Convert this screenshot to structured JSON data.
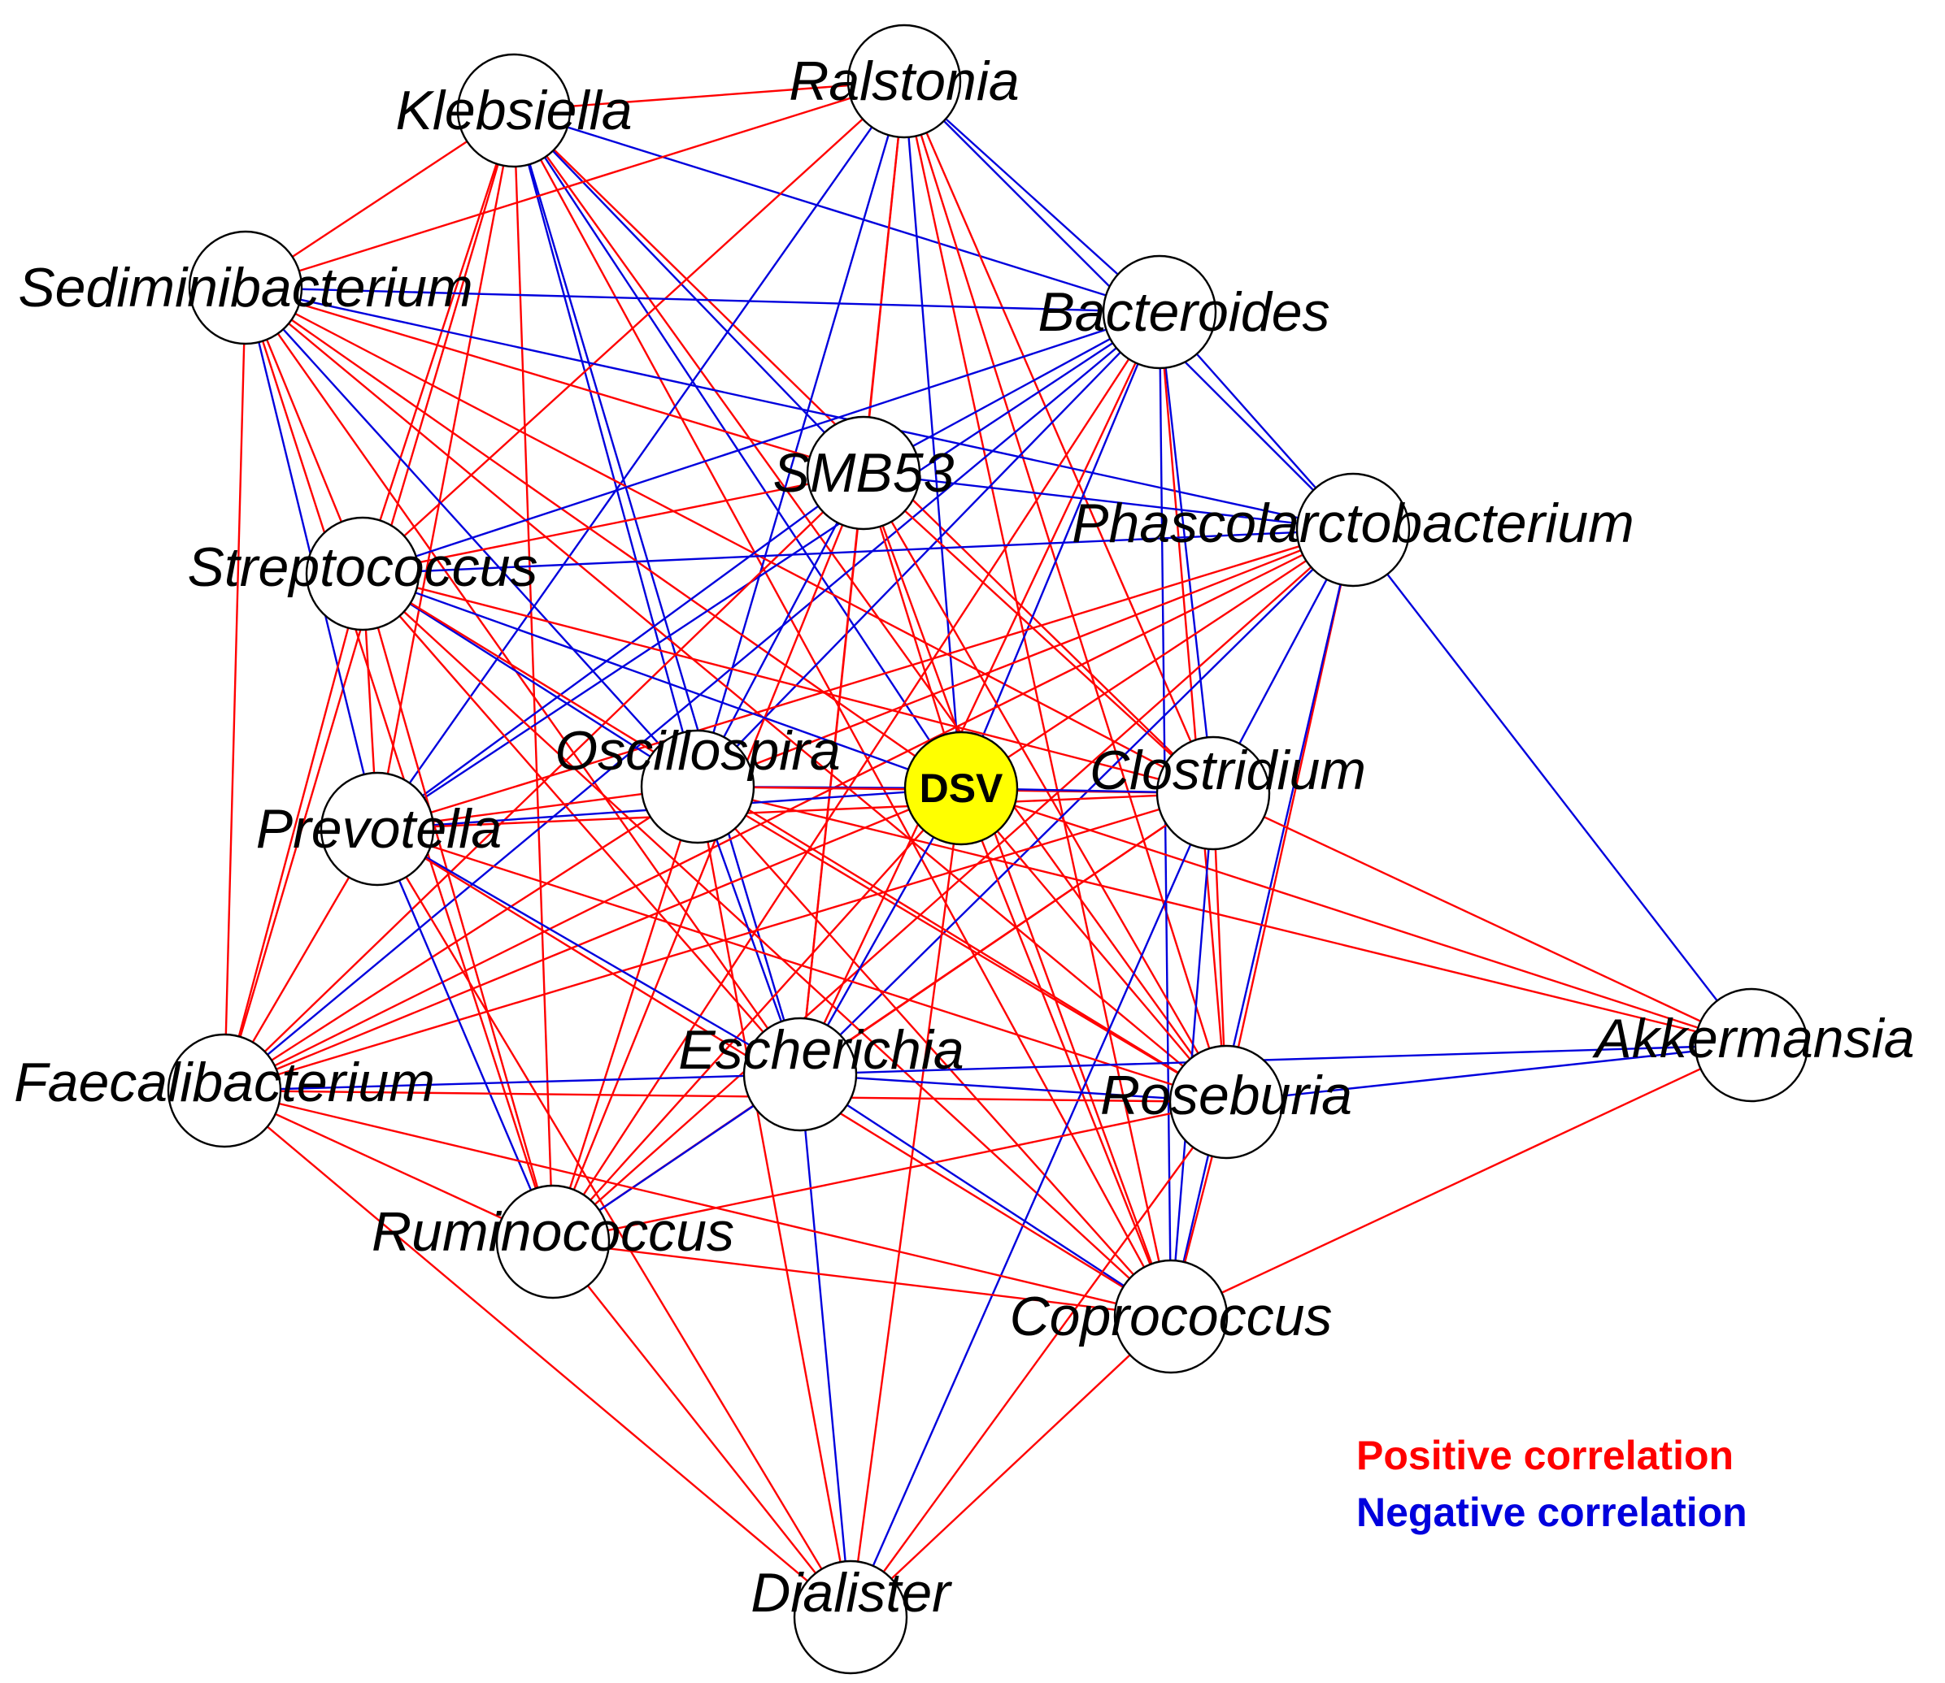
{
  "colors": {
    "positive": "#ff0000",
    "negative": "#0000dd",
    "node_fill": "#ffffff",
    "hub_fill": "#ffff00",
    "node_stroke": "#000000"
  },
  "nodes": [
    {
      "id": "klebsiella",
      "label": "Klebsiella"
    },
    {
      "id": "ralstonia",
      "label": "Ralstonia"
    },
    {
      "id": "sediminibacterium",
      "label": "Sediminibacterium"
    },
    {
      "id": "bacteroides",
      "label": "Bacteroides"
    },
    {
      "id": "smb53",
      "label": "SMB53"
    },
    {
      "id": "phascolarctobacterium",
      "label": "Phascolarctobacterium"
    },
    {
      "id": "streptococcus",
      "label": "Streptococcus"
    },
    {
      "id": "oscillospira",
      "label": "Oscillospira"
    },
    {
      "id": "dsv",
      "label": "DSV",
      "hub": true
    },
    {
      "id": "clostridium",
      "label": "Clostridium"
    },
    {
      "id": "prevotella",
      "label": "Prevotella"
    },
    {
      "id": "akkermansia",
      "label": "Akkermansia"
    },
    {
      "id": "escherichia",
      "label": "Escherichia"
    },
    {
      "id": "faecalibacterium",
      "label": "Faecalibacterium"
    },
    {
      "id": "roseburia",
      "label": "Roseburia"
    },
    {
      "id": "ruminococcus",
      "label": "Ruminococcus"
    },
    {
      "id": "coprococcus",
      "label": "Coprococcus"
    },
    {
      "id": "dialister",
      "label": "Dialister"
    }
  ],
  "edges": [
    [
      "klebsiella",
      "ralstonia",
      "positive"
    ],
    [
      "klebsiella",
      "sediminibacterium",
      "positive"
    ],
    [
      "klebsiella",
      "bacteroides",
      "negative"
    ],
    [
      "klebsiella",
      "streptococcus",
      "positive"
    ],
    [
      "klebsiella",
      "prevotella",
      "positive"
    ],
    [
      "klebsiella",
      "faecalibacterium",
      "positive"
    ],
    [
      "klebsiella",
      "oscillospira",
      "negative"
    ],
    [
      "klebsiella",
      "dsv",
      "negative"
    ],
    [
      "klebsiella",
      "escherichia",
      "negative"
    ],
    [
      "klebsiella",
      "clostridium",
      "positive"
    ],
    [
      "klebsiella",
      "roseburia",
      "positive"
    ],
    [
      "klebsiella",
      "coprococcus",
      "positive"
    ],
    [
      "klebsiella",
      "ruminococcus",
      "positive"
    ],
    [
      "klebsiella",
      "smb53",
      "negative"
    ],
    [
      "ralstonia",
      "sediminibacterium",
      "positive"
    ],
    [
      "ralstonia",
      "bacteroides",
      "negative"
    ],
    [
      "ralstonia",
      "streptococcus",
      "positive"
    ],
    [
      "ralstonia",
      "prevotella",
      "negative"
    ],
    [
      "ralstonia",
      "oscillospira",
      "negative"
    ],
    [
      "ralstonia",
      "dsv",
      "negative"
    ],
    [
      "ralstonia",
      "smb53",
      "positive"
    ],
    [
      "ralstonia",
      "clostridium",
      "positive"
    ],
    [
      "ralstonia",
      "escherichia",
      "positive"
    ],
    [
      "ralstonia",
      "roseburia",
      "positive"
    ],
    [
      "ralstonia",
      "coprococcus",
      "positive"
    ],
    [
      "ralstonia",
      "phascolarctobacterium",
      "negative"
    ],
    [
      "sediminibacterium",
      "bacteroides",
      "negative"
    ],
    [
      "sediminibacterium",
      "phascolarctobacterium",
      "negative"
    ],
    [
      "sediminibacterium",
      "streptococcus",
      "positive"
    ],
    [
      "sediminibacterium",
      "prevotella",
      "negative"
    ],
    [
      "sediminibacterium",
      "oscillospira",
      "negative"
    ],
    [
      "sediminibacterium",
      "dsv",
      "positive"
    ],
    [
      "sediminibacterium",
      "clostridium",
      "positive"
    ],
    [
      "sediminibacterium",
      "escherichia",
      "positive"
    ],
    [
      "sediminibacterium",
      "faecalibacterium",
      "positive"
    ],
    [
      "sediminibacterium",
      "ruminococcus",
      "positive"
    ],
    [
      "sediminibacterium",
      "roseburia",
      "positive"
    ],
    [
      "sediminibacterium",
      "smb53",
      "positive"
    ],
    [
      "bacteroides",
      "smb53",
      "negative"
    ],
    [
      "bacteroides",
      "phascolarctobacterium",
      "negative"
    ],
    [
      "bacteroides",
      "streptococcus",
      "negative"
    ],
    [
      "bacteroides",
      "prevotella",
      "negative"
    ],
    [
      "bacteroides",
      "oscillospira",
      "negative"
    ],
    [
      "bacteroides",
      "dsv",
      "negative"
    ],
    [
      "bacteroides",
      "clostridium",
      "negative"
    ],
    [
      "bacteroides",
      "escherichia",
      "positive"
    ],
    [
      "bacteroides",
      "coprococcus",
      "negative"
    ],
    [
      "bacteroides",
      "roseburia",
      "positive"
    ],
    [
      "bacteroides",
      "faecalibacterium",
      "negative"
    ],
    [
      "bacteroides",
      "ruminococcus",
      "positive"
    ],
    [
      "smb53",
      "phascolarctobacterium",
      "negative"
    ],
    [
      "smb53",
      "streptococcus",
      "positive"
    ],
    [
      "smb53",
      "prevotella",
      "negative"
    ],
    [
      "smb53",
      "oscillospira",
      "negative"
    ],
    [
      "smb53",
      "dsv",
      "positive"
    ],
    [
      "smb53",
      "clostridium",
      "positive"
    ],
    [
      "smb53",
      "escherichia",
      "positive"
    ],
    [
      "smb53",
      "faecalibacterium",
      "positive"
    ],
    [
      "smb53",
      "roseburia",
      "positive"
    ],
    [
      "smb53",
      "ruminococcus",
      "positive"
    ],
    [
      "smb53",
      "coprococcus",
      "positive"
    ],
    [
      "phascolarctobacterium",
      "streptococcus",
      "negative"
    ],
    [
      "phascolarctobacterium",
      "prevotella",
      "positive"
    ],
    [
      "phascolarctobacterium",
      "oscillospira",
      "positive"
    ],
    [
      "phascolarctobacterium",
      "dsv",
      "positive"
    ],
    [
      "phascolarctobacterium",
      "clostridium",
      "negative"
    ],
    [
      "phascolarctobacterium",
      "escherichia",
      "negative"
    ],
    [
      "phascolarctobacterium",
      "roseburia",
      "positive"
    ],
    [
      "phascolarctobacterium",
      "coprococcus",
      "negative"
    ],
    [
      "phascolarctobacterium",
      "akkermansia",
      "negative"
    ],
    [
      "phascolarctobacterium",
      "faecalibacterium",
      "positive"
    ],
    [
      "phascolarctobacterium",
      "ruminococcus",
      "positive"
    ],
    [
      "streptococcus",
      "prevotella",
      "positive"
    ],
    [
      "streptococcus",
      "oscillospira",
      "negative"
    ],
    [
      "streptococcus",
      "dsv",
      "negative"
    ],
    [
      "streptococcus",
      "clostridium",
      "positive"
    ],
    [
      "streptococcus",
      "escherichia",
      "positive"
    ],
    [
      "streptococcus",
      "faecalibacterium",
      "positive"
    ],
    [
      "streptococcus",
      "roseburia",
      "positive"
    ],
    [
      "streptococcus",
      "ruminococcus",
      "positive"
    ],
    [
      "streptococcus",
      "coprococcus",
      "positive"
    ],
    [
      "oscillospira",
      "prevotella",
      "positive"
    ],
    [
      "oscillospira",
      "dsv",
      "negative"
    ],
    [
      "oscillospira",
      "clostridium",
      "positive"
    ],
    [
      "oscillospira",
      "escherichia",
      "negative"
    ],
    [
      "oscillospira",
      "faecalibacterium",
      "positive"
    ],
    [
      "oscillospira",
      "ruminococcus",
      "positive"
    ],
    [
      "oscillospira",
      "roseburia",
      "positive"
    ],
    [
      "oscillospira",
      "coprococcus",
      "positive"
    ],
    [
      "oscillospira",
      "dialister",
      "positive"
    ],
    [
      "oscillospira",
      "akkermansia",
      "positive"
    ],
    [
      "dsv",
      "prevotella",
      "negative"
    ],
    [
      "dsv",
      "clostridium",
      "negative"
    ],
    [
      "dsv",
      "escherichia",
      "negative"
    ],
    [
      "dsv",
      "faecalibacterium",
      "positive"
    ],
    [
      "dsv",
      "roseburia",
      "positive"
    ],
    [
      "dsv",
      "ruminococcus",
      "positive"
    ],
    [
      "dsv",
      "coprococcus",
      "positive"
    ],
    [
      "dsv",
      "dialister",
      "positive"
    ],
    [
      "dsv",
      "akkermansia",
      "positive"
    ],
    [
      "clostridium",
      "prevotella",
      "positive"
    ],
    [
      "clostridium",
      "escherichia",
      "positive"
    ],
    [
      "clostridium",
      "faecalibacterium",
      "positive"
    ],
    [
      "clostridium",
      "roseburia",
      "positive"
    ],
    [
      "clostridium",
      "ruminococcus",
      "positive"
    ],
    [
      "clostridium",
      "coprococcus",
      "negative"
    ],
    [
      "clostridium",
      "dialister",
      "negative"
    ],
    [
      "clostridium",
      "akkermansia",
      "positive"
    ],
    [
      "prevotella",
      "escherichia",
      "negative"
    ],
    [
      "prevotella",
      "faecalibacterium",
      "positive"
    ],
    [
      "prevotella",
      "ruminococcus",
      "negative"
    ],
    [
      "prevotella",
      "roseburia",
      "positive"
    ],
    [
      "prevotella",
      "coprococcus",
      "positive"
    ],
    [
      "prevotella",
      "dialister",
      "positive"
    ],
    [
      "escherichia",
      "akkermansia",
      "negative"
    ],
    [
      "escherichia",
      "faecalibacterium",
      "negative"
    ],
    [
      "escherichia",
      "roseburia",
      "negative"
    ],
    [
      "escherichia",
      "ruminococcus",
      "negative"
    ],
    [
      "escherichia",
      "coprococcus",
      "negative"
    ],
    [
      "escherichia",
      "dialister",
      "negative"
    ],
    [
      "faecalibacterium",
      "roseburia",
      "positive"
    ],
    [
      "faecalibacterium",
      "ruminococcus",
      "positive"
    ],
    [
      "faecalibacterium",
      "coprococcus",
      "positive"
    ],
    [
      "faecalibacterium",
      "dialister",
      "positive"
    ],
    [
      "roseburia",
      "akkermansia",
      "negative"
    ],
    [
      "roseburia",
      "ruminococcus",
      "positive"
    ],
    [
      "roseburia",
      "coprococcus",
      "positive"
    ],
    [
      "roseburia",
      "dialister",
      "positive"
    ],
    [
      "ruminococcus",
      "coprococcus",
      "positive"
    ],
    [
      "ruminococcus",
      "dialister",
      "positive"
    ],
    [
      "coprococcus",
      "dialister",
      "positive"
    ],
    [
      "coprococcus",
      "akkermansia",
      "positive"
    ]
  ],
  "legend": {
    "positive_label": "Positive correlation",
    "negative_label": "Negative correlation"
  }
}
